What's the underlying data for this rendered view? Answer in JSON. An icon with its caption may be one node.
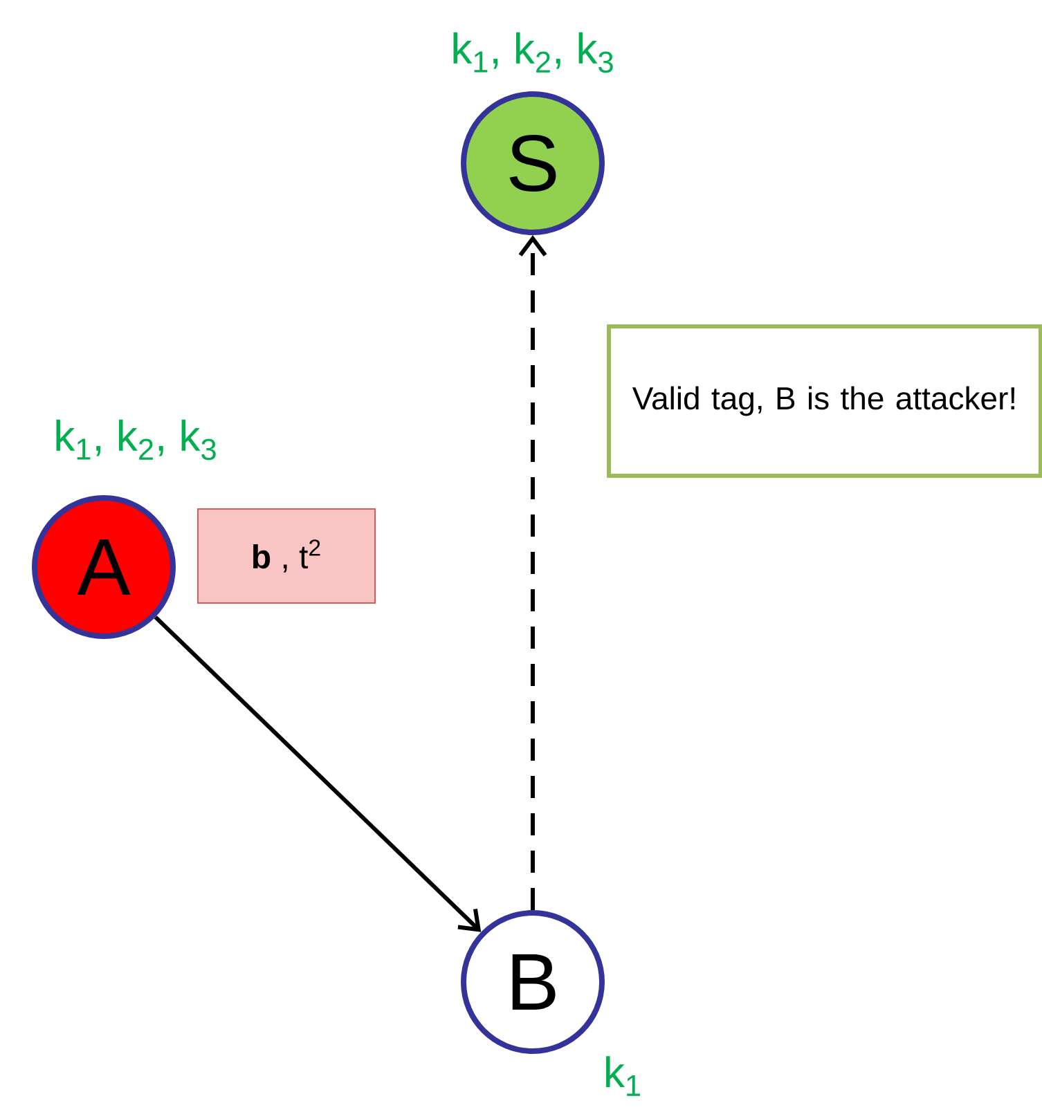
{
  "diagram": {
    "nodes": [
      {
        "text": [
          "S"
        ],
        "beside": [
          "k$_{1}$, k$_{2}$, k$_{3}$"
        ]
      },
      {
        "text": [
          "A"
        ],
        "beside": [
          "k$_{1}$, k$_{2}$, k$_{3}$"
        ]
      },
      {
        "text": [
          "B"
        ],
        "beside": [
          "k$_{1}$"
        ]
      },
      {
        "text": [
          "**b** , t$^{2}$"
        ]
      },
      {
        "text": [
          "Valid tag, B is the attacker!"
        ]
      }
    ],
    "edges": [
      {
        "from": 1,
        "to": 2,
        "arrow": "to"
      },
      {
        "from": 2,
        "to": 0,
        "arrow": "to",
        "style": "dashed"
      }
    ]
  }
}
